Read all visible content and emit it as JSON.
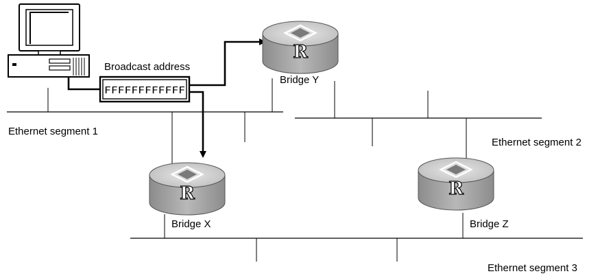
{
  "labels": {
    "broadcast_address": "Broadcast address",
    "mac_value": "FFFFFFFFFFFF",
    "bridge_y": "Bridge Y",
    "bridge_x": "Bridge X",
    "bridge_z": "Bridge Z",
    "segment_1": "Ethernet segment 1",
    "segment_2": "Ethernet segment 2",
    "segment_3": "Ethernet segment 3",
    "router_glyph": "R"
  },
  "icons": {
    "host": "desktop-computer-icon",
    "bridge": "router-cylinder-icon"
  },
  "colors": {
    "line": "#000000",
    "router_top": "#cfcfcf",
    "router_side": "#9a9a9a"
  }
}
